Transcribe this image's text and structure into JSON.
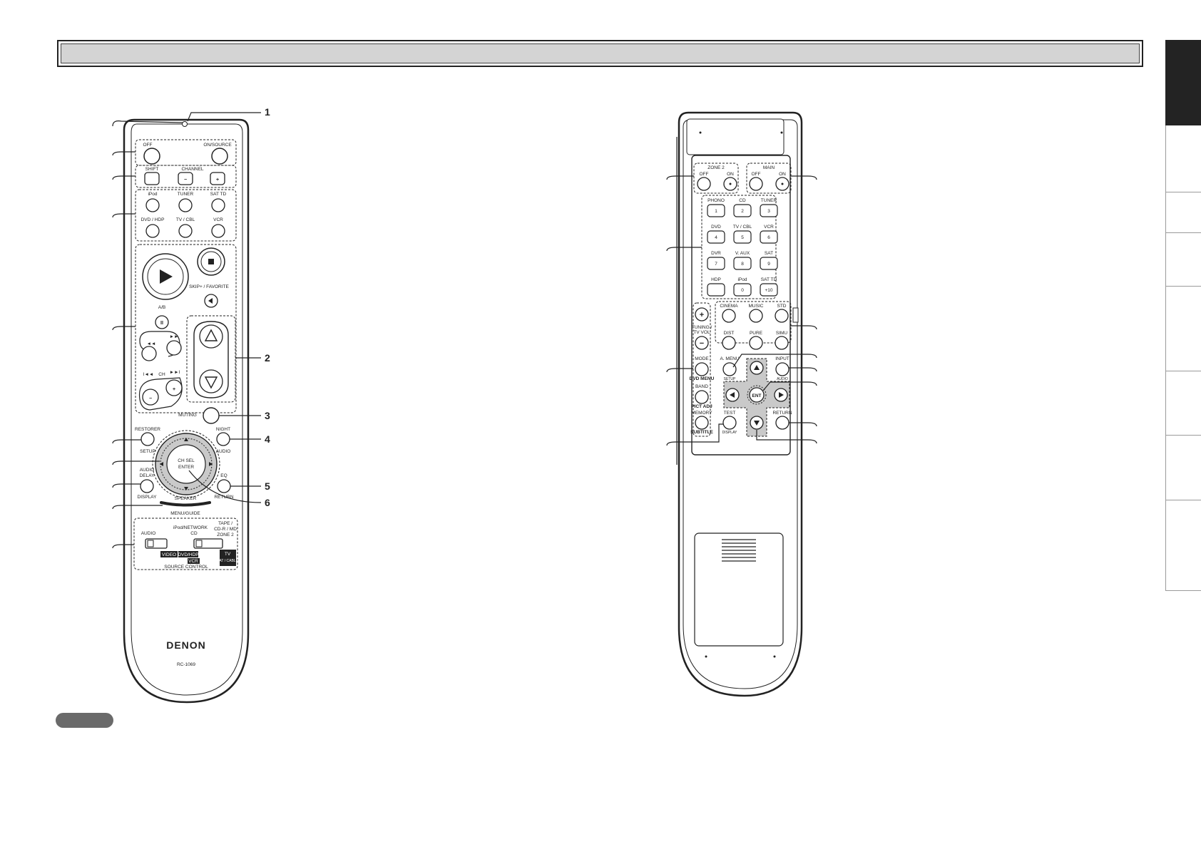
{
  "header": {
    "title": ""
  },
  "remote_front": {
    "power": {
      "off": "OFF",
      "on_source": "ON/SOURCE"
    },
    "shift": "SHIFT",
    "channel": {
      "label": "CHANNEL",
      "minus": "−",
      "plus": "+"
    },
    "sources": [
      "iPod",
      "TUNER",
      "SAT TD",
      "DVD / HDP",
      "TV / CBL",
      "VCR"
    ],
    "skip_favorite": "SKIP+ / FAVORITE",
    "ab": "A/B",
    "ch": "CH",
    "muting": "MUTING",
    "restorer": "RESTORER",
    "setup": "SETUP",
    "night": "NIGHT",
    "audio": "AUDIO",
    "audio_delay": "AUDIO\nDELAY",
    "display": "DISPLAY",
    "ch_sel_enter": "CH SEL\nENTER",
    "eq": "EQ",
    "return": "RETURN",
    "speaker": "SPEAKER",
    "menu_guide": "MENU/GUIDE",
    "source_control": {
      "audio": "AUDIO",
      "ipod_network": "iPod/NETWORK",
      "cd": "CD",
      "tape": "TAPE /",
      "cdr_md": "CD-R / MD",
      "zone2": "ZONE 2",
      "video": "VIDEO",
      "dvd_hdp": "DVD/HDP",
      "vcr": "VCR",
      "tv": "TV",
      "sat_cable": "SAT / CABLE",
      "title": "SOURCE CONTROL"
    },
    "brand": "DENON",
    "model": "RC-1069"
  },
  "callouts_front": [
    "1",
    "2",
    "3",
    "4",
    "5",
    "6"
  ],
  "remote_back": {
    "zone2": {
      "label": "ZONE 2",
      "off": "OFF",
      "on": "ON"
    },
    "main": {
      "label": "MAIN",
      "off": "OFF",
      "on": "ON"
    },
    "keypad": [
      {
        "label": "PHONO",
        "key": "1"
      },
      {
        "label": "CD",
        "key": "2"
      },
      {
        "label": "TUNER",
        "key": "3"
      },
      {
        "label": "DVD",
        "key": "4"
      },
      {
        "label": "TV / CBL",
        "key": "5"
      },
      {
        "label": "VCR",
        "key": "6"
      },
      {
        "label": "DVR",
        "key": "7"
      },
      {
        "label": "V. AUX",
        "key": "8"
      },
      {
        "label": "SAT",
        "key": "9"
      },
      {
        "label": "HDP",
        "key": ""
      },
      {
        "label": "iPod",
        "key": "0"
      },
      {
        "label": "SAT TD",
        "key": "+10"
      }
    ],
    "surround": [
      "CINEMA",
      "MUSIC",
      "STD",
      "DIST",
      "PURE",
      "SIMU"
    ],
    "tuning": "TUNING /\nTV VOL",
    "mode": "MODE",
    "dvd_menu": "DVD MENU",
    "band": "BAND",
    "pict_adj": "PICT ADJ",
    "memory": "MEMORY",
    "subtitle": "SUBTITLE",
    "a_menu": "A. MENU",
    "setup": "SETUP",
    "input": "INPUT",
    "audio": "AUDIO",
    "ent": "ENT",
    "test": "TEST",
    "display": "DISPLAY",
    "return": "RETURN"
  },
  "colors": {
    "header_fill": "#d4d4d4",
    "active_tab": "#232323",
    "pill": "#6a6a6a",
    "pad_gray": "#c9c9c9"
  }
}
